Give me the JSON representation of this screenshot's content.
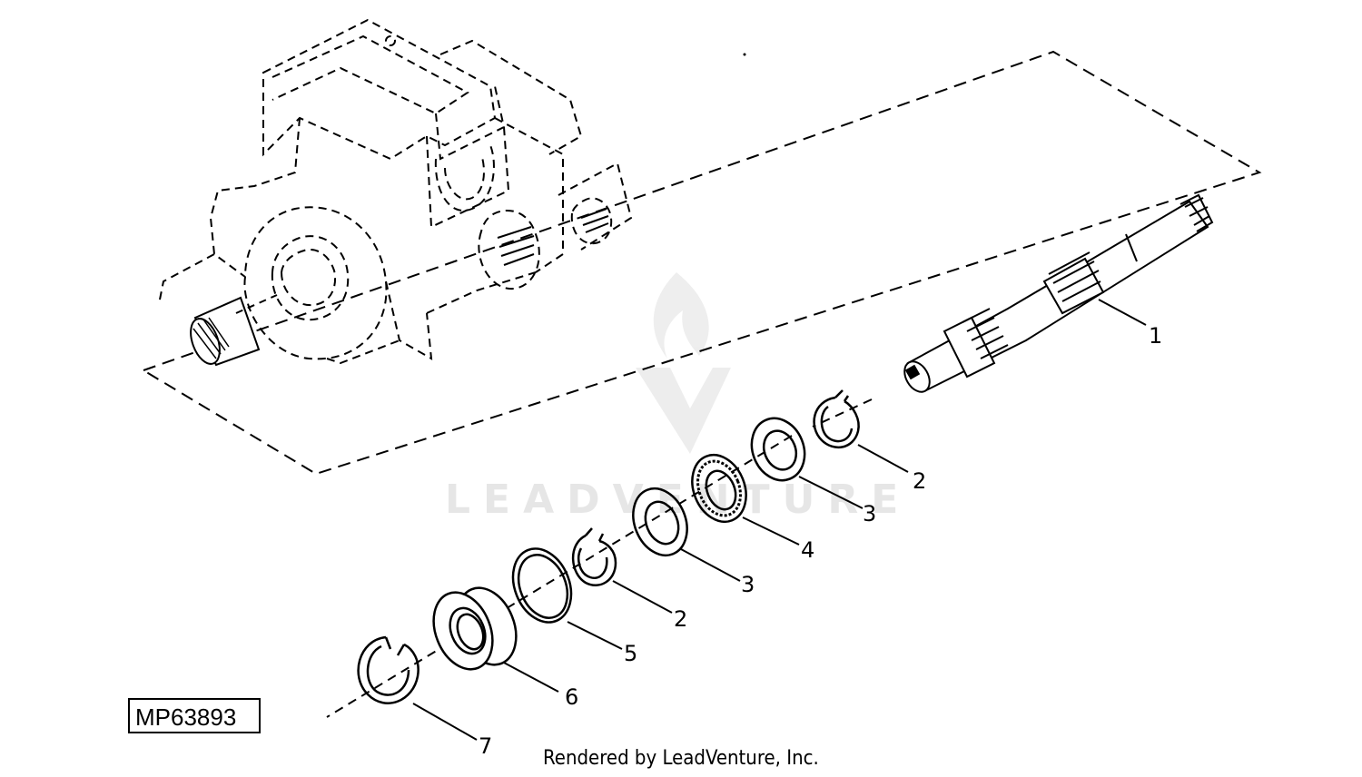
{
  "figure_id": "MP63893",
  "footer": "Rendered by LeadVenture, Inc.",
  "watermark": "LEADVENTURE",
  "callouts": [
    {
      "id": "c1",
      "label": "1"
    },
    {
      "id": "c2a",
      "label": "2"
    },
    {
      "id": "c3a",
      "label": "3"
    },
    {
      "id": "c4",
      "label": "4"
    },
    {
      "id": "c3b",
      "label": "3"
    },
    {
      "id": "c2b",
      "label": "2"
    },
    {
      "id": "c5",
      "label": "5"
    },
    {
      "id": "c6",
      "label": "6"
    },
    {
      "id": "c7",
      "label": "7"
    }
  ]
}
